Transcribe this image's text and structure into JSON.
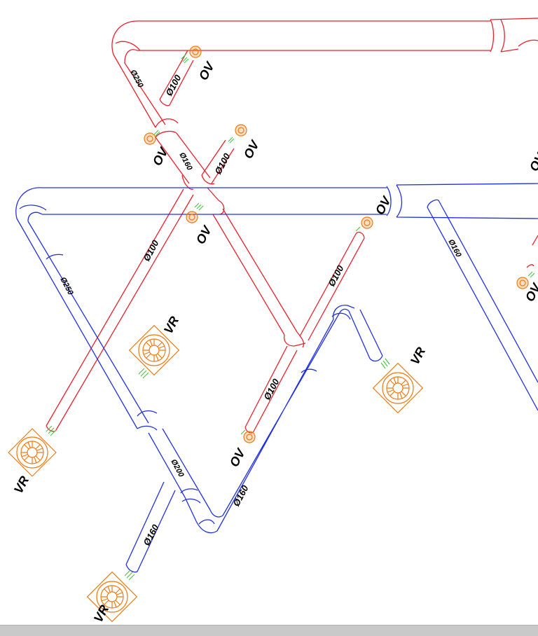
{
  "colors": {
    "supply": "#e8202a",
    "extract": "#2030e0",
    "terminal": "#f07a12",
    "flex": "#3fc43f"
  },
  "labels": {
    "d250_top": "Ø250",
    "d100_a": "Ø100",
    "d160_a": "Ø160",
    "d100_b": "Ø100",
    "d100_c": "Ø100",
    "d100_d": "Ø100",
    "d100_e": "Ø100",
    "d250_blue": "Ø250",
    "d160_right": "Ø160",
    "d200": "Ø200",
    "d160_low": "Ø160",
    "d160_bottom": "Ø160"
  },
  "tags": {
    "ov_1": "OV",
    "ov_2": "OV",
    "ov_3": "OV",
    "ov_4": "OV",
    "ov_5": "OV",
    "ov_6": "OV",
    "ov_7": "OV",
    "ov_8": "OV",
    "vr_1": "VR",
    "vr_2": "VR",
    "vr_3": "VR",
    "vr_4": "VR"
  }
}
